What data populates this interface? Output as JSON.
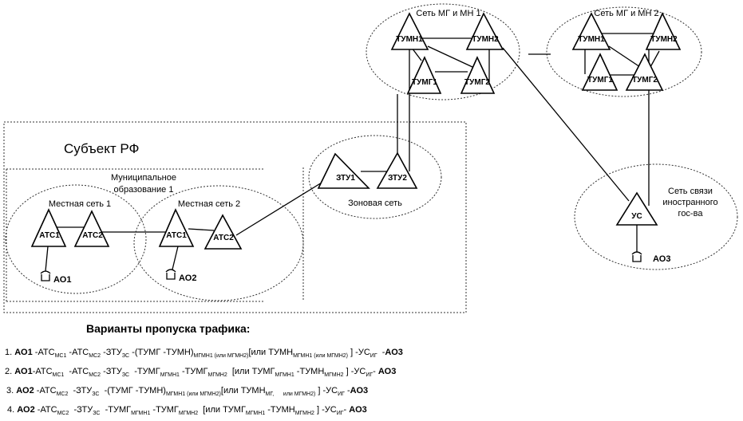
{
  "diagram": {
    "subject_label": "Субъект РФ",
    "municipal_label_1": "Муниципальное",
    "municipal_label_2": "образование 1",
    "local_net_1": {
      "label": "Местная сеть 1",
      "nodes": [
        "АТС1",
        "АТС2"
      ],
      "subscriber": "АО1"
    },
    "local_net_2": {
      "label": "Местная сеть 2",
      "nodes": [
        "АТС1",
        "АТС2"
      ],
      "subscriber": "АО2"
    },
    "zone_net": {
      "label": "Зоновая сеть",
      "nodes": [
        "ЗТУ1",
        "ЗТУ2"
      ]
    },
    "mg_net_1": {
      "label": "Сеть МГ и МН 1",
      "nodes": [
        "ТУМН1",
        "ТУМН2",
        "ТУМГ1",
        "ТУМГ2"
      ]
    },
    "mg_net_2": {
      "label": "Сеть МГ и МН 2",
      "nodes": [
        "ТУМН1",
        "ТУМН2",
        "ТУМГ1",
        "ТУМГ2"
      ]
    },
    "foreign_net": {
      "label_1": "Сеть связи",
      "label_2": "иностранного",
      "label_3": "гос-ва",
      "node": "УС",
      "subscriber": "АО3"
    }
  },
  "traffic": {
    "title": "Варианты пропуска трафика:",
    "rows": [
      [
        {
          "t": "1. "
        },
        {
          "t": "АО1",
          "b": true
        },
        {
          "t": " -АТС"
        },
        {
          "s": "МС1"
        },
        {
          "t": " -АТС"
        },
        {
          "s": "МС2"
        },
        {
          "t": " -ЗТУ"
        },
        {
          "s": "ЗС"
        },
        {
          "t": " -(ТУМГ -ТУМН)"
        },
        {
          "s": "МГМН1 (или МГМН2)"
        },
        {
          "t": "[или ТУМН"
        },
        {
          "s": "МГМН1 (или МГМН2)"
        },
        {
          "t": " ] -УС"
        },
        {
          "s": "ИГ"
        },
        {
          "t": "  -"
        },
        {
          "t": "АО3",
          "b": true
        }
      ],
      [
        {
          "t": "2. "
        },
        {
          "t": "АО1",
          "b": true
        },
        {
          "t": "-АТС"
        },
        {
          "s": "МС1"
        },
        {
          "t": "  -АТС"
        },
        {
          "s": "МС2"
        },
        {
          "t": " -ЗТУ"
        },
        {
          "s": "ЗС"
        },
        {
          "t": "  -ТУМГ"
        },
        {
          "s": "МГМН1"
        },
        {
          "t": " -ТУМГ"
        },
        {
          "s": "МГМН2"
        },
        {
          "t": "  [или ТУМГ"
        },
        {
          "s": "МГМН1"
        },
        {
          "t": " -ТУМН"
        },
        {
          "s": "МГМН2"
        },
        {
          "t": " ] -УС"
        },
        {
          "s": "ИГ"
        },
        {
          "t": "- "
        },
        {
          "t": "АО3",
          "b": true
        }
      ],
      [
        {
          "t": "3. "
        },
        {
          "t": "АО2",
          "b": true
        },
        {
          "t": " -АТС"
        },
        {
          "s": "МС2"
        },
        {
          "t": "  -ЗТУ"
        },
        {
          "s": "ЗС"
        },
        {
          "t": "  -(ТУМГ -ТУМН)"
        },
        {
          "s": "МГМН1 (или МГМН2)"
        },
        {
          "t": "[или ТУМН"
        },
        {
          "s": "МГ,      или МГМН2)"
        },
        {
          "t": " ] -УС"
        },
        {
          "s": "ИГ"
        },
        {
          "t": " -"
        },
        {
          "t": "АО3",
          "b": true
        }
      ],
      [
        {
          "t": "4. "
        },
        {
          "t": "АО2",
          "b": true
        },
        {
          "t": " -АТС"
        },
        {
          "s": "МС2"
        },
        {
          "t": "  -ЗТУ"
        },
        {
          "s": "ЗС"
        },
        {
          "t": "  -ТУМГ"
        },
        {
          "s": "МГМН1"
        },
        {
          "t": " -ТУМГ"
        },
        {
          "s": "МГМН2"
        },
        {
          "t": "  [или ТУМГ"
        },
        {
          "s": "МГМН1"
        },
        {
          "t": " -ТУМН"
        },
        {
          "s": "МГМН2"
        },
        {
          "t": " ] -УС"
        },
        {
          "s": "ИГ"
        },
        {
          "t": "- "
        },
        {
          "t": "АО3",
          "b": true
        }
      ]
    ]
  }
}
